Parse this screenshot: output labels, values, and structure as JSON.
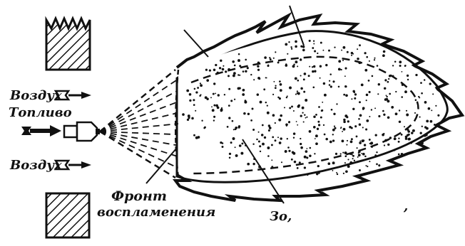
{
  "labels": {
    "air_top": "Воздух",
    "fuel": "Топливо",
    "air_bottom": "Воздух",
    "front_line1": "Фронт",
    "front_line2": "воспламенения",
    "zone": "Зо,",
    "stray_mark": ","
  },
  "colors": {
    "ink": "#111111",
    "background": "#ffffff"
  }
}
